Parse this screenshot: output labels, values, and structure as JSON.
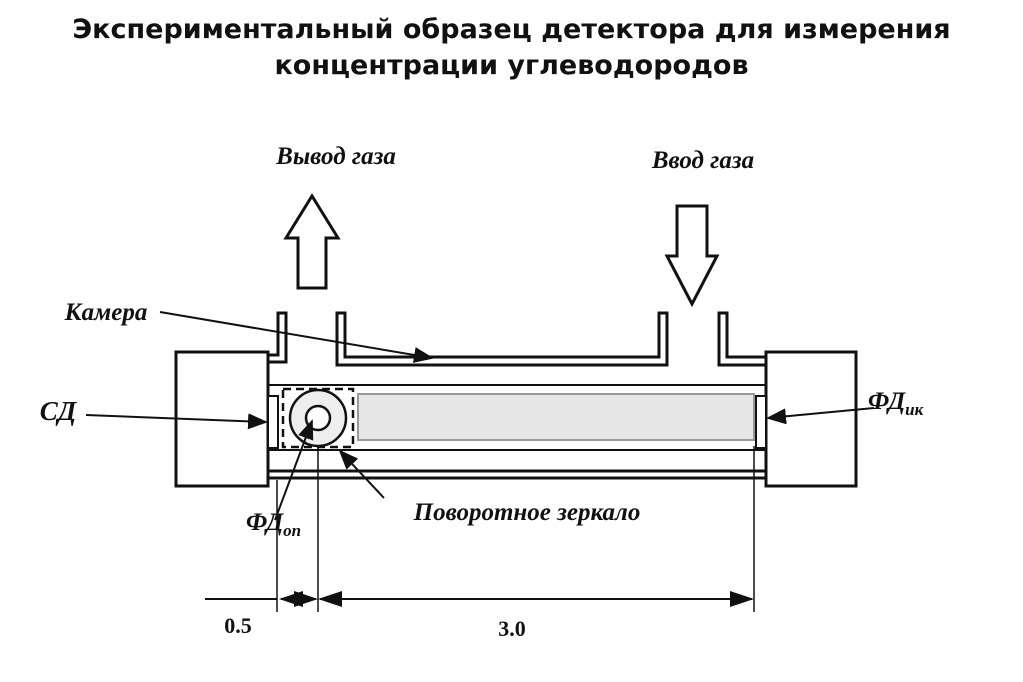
{
  "title": {
    "line1": "Экспериментальный образец детектора для измерения",
    "line2": "концентрации углеводородов"
  },
  "labels": {
    "gas_out": "Вывод газа",
    "gas_in": "Ввод газа",
    "chamber": "Камера",
    "led": "СД",
    "fd_ik_main": "ФД",
    "fd_ik_sub": "ик",
    "fd_op_main": "ФД",
    "fd_op_sub": "оп",
    "mirror": "Поворотное зеркало"
  },
  "dimensions": {
    "left": "0.5",
    "right": "3.0"
  }
}
